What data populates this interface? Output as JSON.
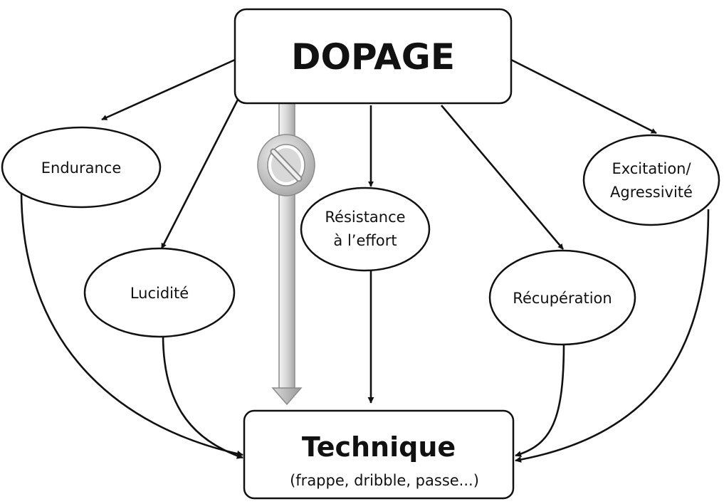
{
  "colors": {
    "stroke": "#111111",
    "background": "#ffffff",
    "blocked_arrow_light": "#eeeeee",
    "blocked_arrow_dark": "#9a9a9a",
    "blocked_arrow_stroke": "#8a8a8a"
  },
  "nodes": {
    "dopage": {
      "label": "DOPAGE"
    },
    "technique": {
      "title": "Technique",
      "subtitle": "(frappe, dribble, passe...)"
    },
    "endurance": {
      "label": "Endurance"
    },
    "lucidite": {
      "label": "Lucidité"
    },
    "resistance": {
      "line1": "Résistance",
      "line2": "à l’effort"
    },
    "recuperation": {
      "label": "Récupération"
    },
    "excitation": {
      "line1": "Excitation/",
      "line2": "Agressivité"
    }
  },
  "edges": [
    {
      "from": "dopage",
      "to": "endurance"
    },
    {
      "from": "dopage",
      "to": "lucidite"
    },
    {
      "from": "dopage",
      "to": "resistance"
    },
    {
      "from": "dopage",
      "to": "recuperation"
    },
    {
      "from": "dopage",
      "to": "excitation"
    },
    {
      "from": "endurance",
      "to": "technique"
    },
    {
      "from": "lucidite",
      "to": "technique"
    },
    {
      "from": "resistance",
      "to": "technique"
    },
    {
      "from": "recuperation",
      "to": "technique"
    },
    {
      "from": "excitation",
      "to": "technique"
    }
  ],
  "blocked_edge": {
    "from": "dopage",
    "to": "technique",
    "icon": "no-entry-icon"
  }
}
